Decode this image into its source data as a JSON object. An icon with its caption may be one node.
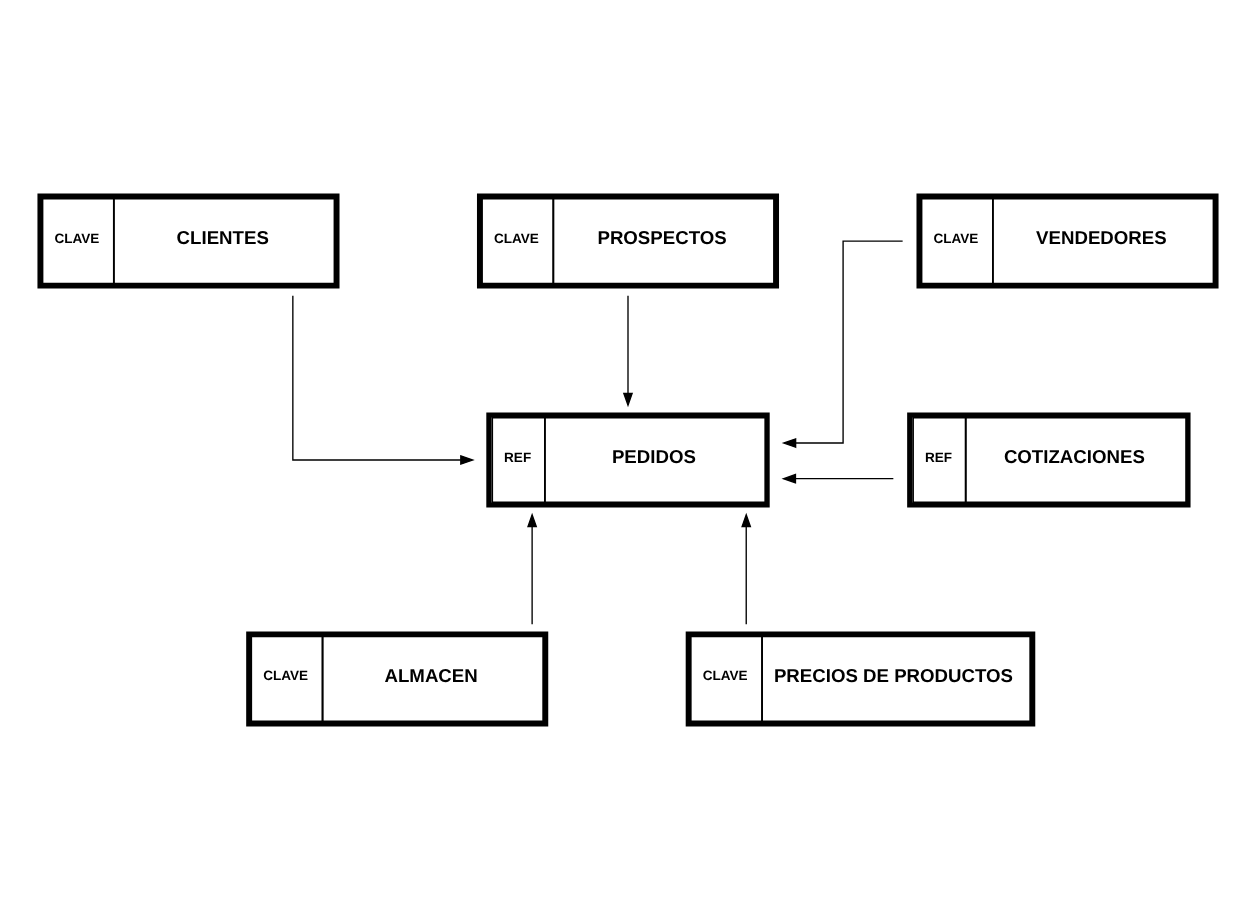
{
  "diagram": {
    "nodes": [
      {
        "text": [
          "CLAVE",
          "CLIENTES"
        ]
      },
      {
        "text": [
          "CLAVE",
          "PROSPECTOS"
        ]
      },
      {
        "text": [
          "CLAVE",
          "VENDEDORES"
        ]
      },
      {
        "text": [
          "REF",
          "PEDIDOS"
        ]
      },
      {
        "text": [
          "REF",
          "COTIZACIONES"
        ]
      },
      {
        "text": [
          "CLAVE",
          "ALMACEN"
        ]
      },
      {
        "text": [
          "CLAVE",
          "PRECIOS DE PRODUCTOS"
        ]
      }
    ],
    "edges": [
      {
        "from": 0,
        "to": 3,
        "arrow": "to"
      },
      {
        "from": 1,
        "to": 3,
        "arrow": "to"
      },
      {
        "from": 2,
        "to": 3,
        "arrow": "to"
      },
      {
        "from": 4,
        "to": 3,
        "arrow": "to"
      },
      {
        "from": 5,
        "to": 3,
        "arrow": "to"
      },
      {
        "from": 6,
        "to": 3,
        "arrow": "to"
      }
    ]
  }
}
